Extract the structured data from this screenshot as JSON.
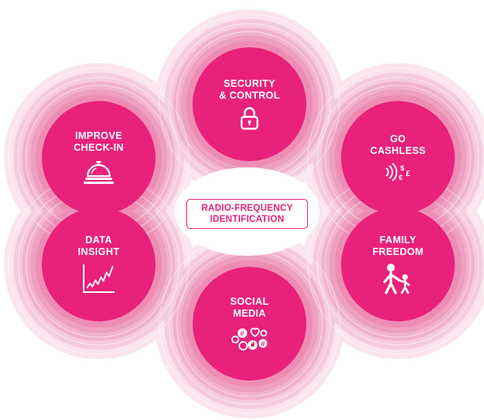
{
  "colors": {
    "accent": "#e8217a",
    "ring_light": "#f5c6d8",
    "ring_mid": "#ee9cbf",
    "text_on_accent": "#ffffff"
  },
  "center": {
    "label": "RADIO-FREQUENCY\nIDENTIFICATION"
  },
  "nodes": [
    {
      "id": "security",
      "label": "SECURITY\n& CONTROL",
      "icon": "padlock-icon"
    },
    {
      "id": "check_in",
      "label": "IMPROVE\nCHECK-IN",
      "icon": "service-bell-icon"
    },
    {
      "id": "cashless",
      "label": "GO\nCASHLESS",
      "icon": "contactless-payment-icon",
      "icon_text": {
        "dollar": "$",
        "pound": "£",
        "euro": "€"
      }
    },
    {
      "id": "data",
      "label": "DATA\nINSIGHT",
      "icon": "line-chart-icon"
    },
    {
      "id": "family",
      "label": "FAMILY\nFREEDOM",
      "icon": "parent-child-icon"
    },
    {
      "id": "social",
      "label": "SOCIAL\nMEDIA",
      "icon": "social-reactions-icon",
      "icon_text": {
        "hash": "#"
      }
    }
  ]
}
